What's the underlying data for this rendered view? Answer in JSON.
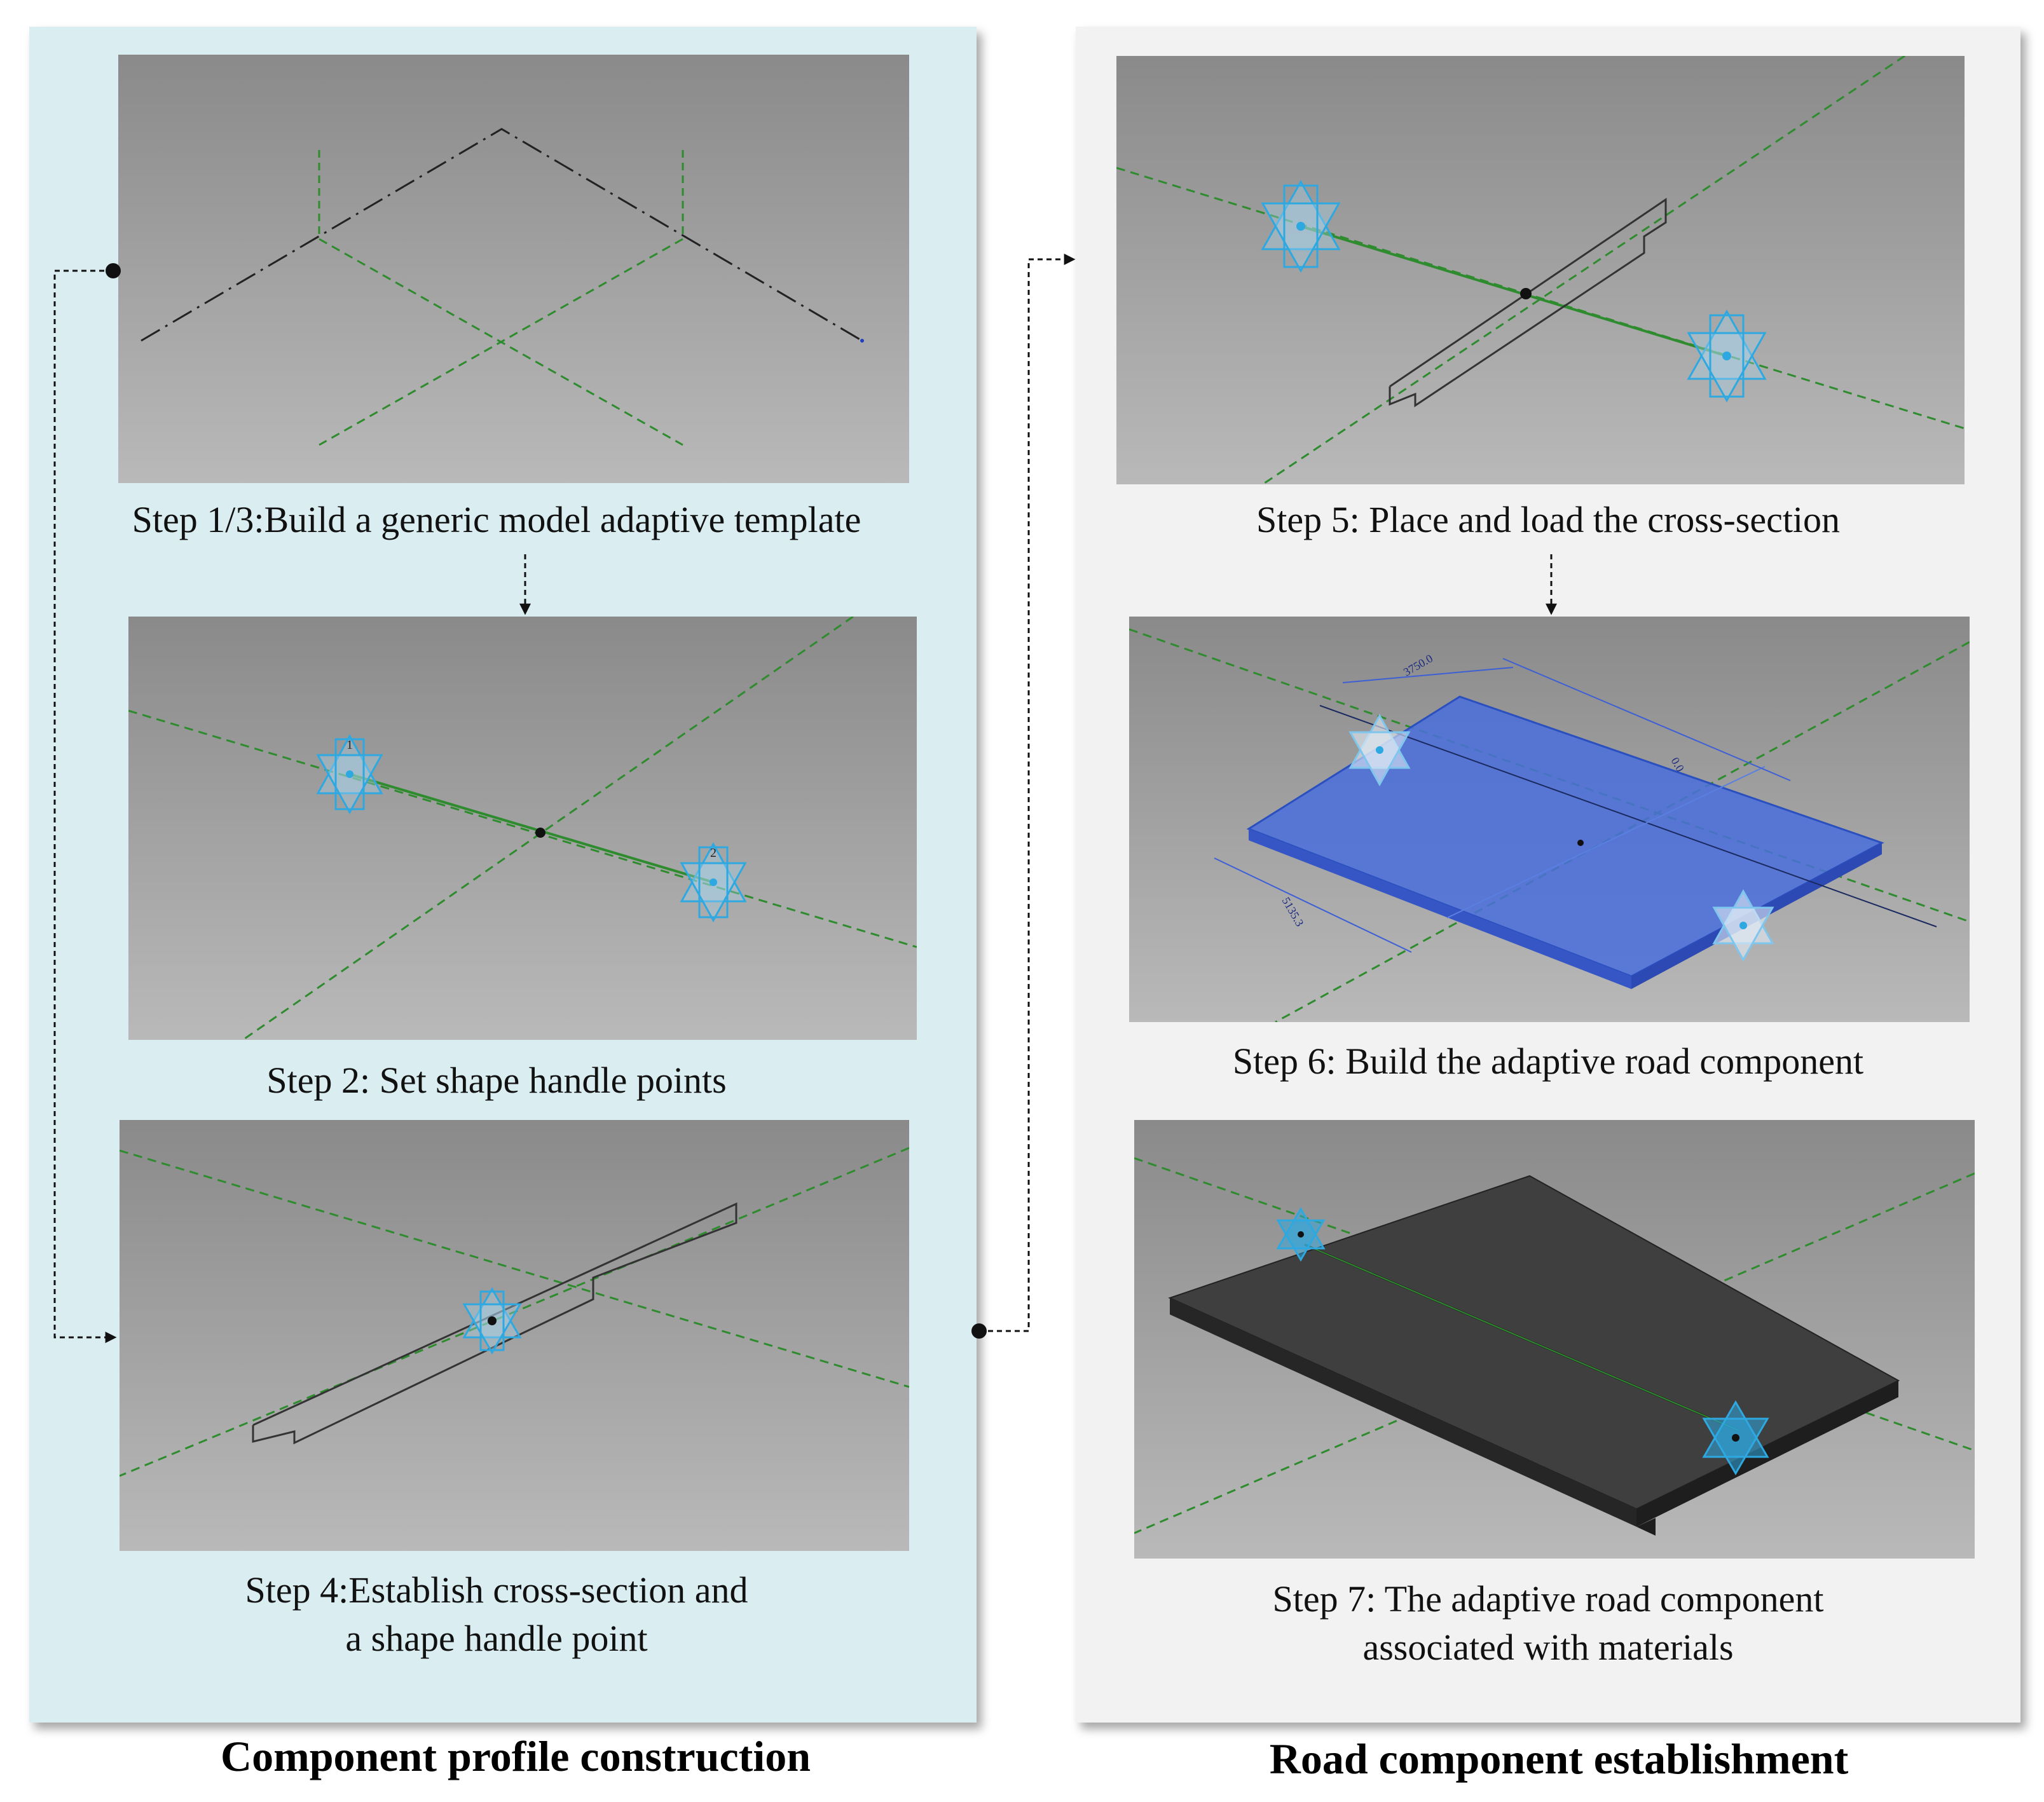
{
  "steps": {
    "step1": "Step 1/3:Build  a generic model adaptive template",
    "step2": "Step 2: Set shape handle points",
    "step4": [
      "Step 4:Establish cross-section and",
      "a shape handle point"
    ],
    "step5": "Step 5: Place and load the cross-section",
    "step6": "Step 6: Build the adaptive road component",
    "step7": [
      "Step 7: The adaptive road component",
      "associated with materials"
    ]
  },
  "sections": {
    "left_title": "Component profile construction",
    "right_title": "Road component establishment"
  },
  "viewport_labels": {
    "handle_1": "1",
    "handle_2": "2",
    "dim_a": "3750.0",
    "dim_b": "5135.3",
    "dim_c": "0.0"
  },
  "colors": {
    "left_panel": "#daedf1",
    "right_panel": "#f2f2f2",
    "guide_line": "#2e8b2e",
    "handle": "#2ea8e0",
    "road_blue": "#4a6fdc",
    "road_material": "#3a3a3a"
  }
}
